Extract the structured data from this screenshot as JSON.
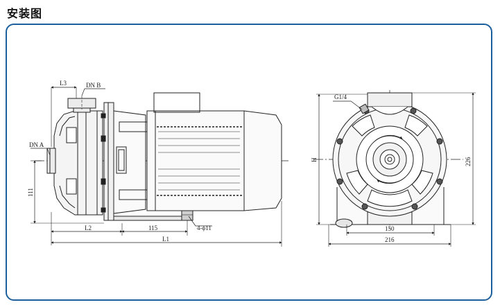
{
  "header": {
    "title": "安装图"
  },
  "side_view": {
    "labels": {
      "L3": "L3",
      "DN_B": "DN B",
      "DN_A": "DN A",
      "h111": "111",
      "L2": "L2",
      "d115": "115",
      "holes": "4-ϕ11",
      "L1": "L1"
    }
  },
  "front_view": {
    "labels": {
      "G14": "G1/4",
      "H": "H",
      "d226": "226",
      "d150": "150",
      "d216": "216"
    }
  },
  "colors": {
    "frame_border": "#1d5f9c",
    "line": "#222222"
  }
}
